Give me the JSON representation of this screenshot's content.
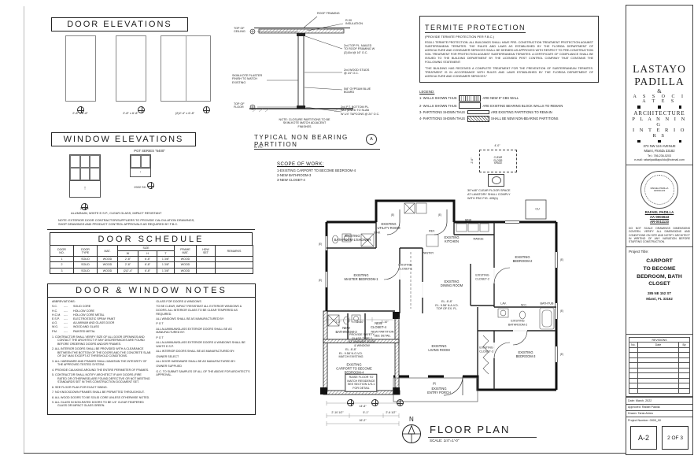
{
  "door_elevations": {
    "title": "DOOR ELEVATIONS",
    "doors": [
      {
        "size": "2'-8\" x 6'-8\""
      },
      {
        "size": "2'-8\" x 6'-8\""
      },
      {
        "size": "(2)2'-4\" x 6'-8\""
      }
    ]
  },
  "window_elevations": {
    "title": "WINDOW ELEVATIONS",
    "series": "PGT SERIES \"6400\"",
    "windows": [
      {
        "label": "24 SH"
      },
      {
        "label": "2022 SH"
      }
    ],
    "spec": "ALUMINUM, WHITE E.S.P., CLEAR GLASS, IMPACT RESISTANT",
    "note": "NOTE:   EXTERIOR DOOR CONTRACTOR/SUPPLIERS TO PROVIDE CALCULATION DRAWINGS,\nSHOP DRAWINGS AND PRODUCT CONTROL APPROVALS AS REQUIRED BY F.B.C."
  },
  "door_schedule": {
    "title": "DOOR SCHEDULE",
    "headers": {
      "no": "DOOR\nNO.",
      "type": "DOOR\nTYPE",
      "mat": "MAT.",
      "size": "SIZE",
      "w": "W",
      "h": "H",
      "t": "T",
      "frame": "FRAME\nMAT.",
      "hdw": "HDW\nSET",
      "remarks": "REMARKS"
    },
    "rows": [
      {
        "no": "1",
        "type": "SOLID",
        "mat": "WOOD",
        "w": "2'-8\"",
        "h": "6'-8\"",
        "t": "1 3/8\"",
        "frame": "WOOD",
        "hdw": "",
        "remarks": ""
      },
      {
        "no": "2",
        "type": "SOLID",
        "mat": "WOOD",
        "w": "2'-8\"",
        "h": "6'-8\"",
        "t": "1 3/8\"",
        "frame": "WOOD",
        "hdw": "",
        "remarks": ""
      },
      {
        "no": "3",
        "type": "SOLID",
        "mat": "WOOD",
        "w": "(2)2'-4\"",
        "h": "6'-8\"",
        "t": "1 3/8\"",
        "frame": "WOOD",
        "hdw": "",
        "remarks": ""
      }
    ]
  },
  "notes": {
    "title": "DOOR & WINDOW NOTES",
    "abbr_title": "ABBREVIATIONS:",
    "sep": "----",
    "abbreviations": [
      {
        "code": "S.C.",
        "desc": "SOLID CORE"
      },
      {
        "code": "H.C.",
        "desc": "HOLLOW CORE"
      },
      {
        "code": "H.C.M.",
        "desc": "HOLLOW CORE METAL"
      },
      {
        "code": "E.S.P.",
        "desc": "ELECTROSTATIC SPRAY PAINT"
      },
      {
        "code": "A.G.",
        "desc": "ALUMINUM AND GLASS DOOR"
      },
      {
        "code": "W.G.",
        "desc": "WOOD AND GLASS"
      },
      {
        "code": "P.M.",
        "desc": "PAINTED METAL"
      }
    ],
    "items": [
      "1.  CONTRACTOR SHALL VERIFY SIZE OF ALL DOOR OPENINGS AND CONTACT THE ARCHITECT IF ANY DISCREPANCIES ARE FOUND BEFORE ORDERING DOORS AND/OR FRAMES.",
      "2.  ALL INTERIOR DOORS SHALL BE PROVIDED WITH A CLEARANCE BETWEEN THE BOTTOM OF THE DOORS AND THE CONCRETE SLAB OF 3/4\" MAX EXCEPT AT THRESHOLD CONDITIONS.",
      "3.  ALL HARDWARE AND FRAMES SHALL MAINTAIN THE INTEGRITY OF THE APPROVED TESTED SYSTEM.",
      "4.  PROVIDE CAULKING AROUND THE ENTIRE PERIMETER OF FRAMES.",
      "5.  CONTRACTOR SHALL NOTIFY ARCHITECT IF ANY DOORS (FIRE RATED OR OTHERWISE) ARE FOUND DEFECTIVE OR NOT MEETING STANDARDS SET IN THIS CONSTRUCTION DOCUMENT SET.",
      "6.  SEE FLOOR PLAN FOR EXACT SWING.",
      "7.  NO KNOCKDOWN FRAMES SHALL BE PERMITTED THROUGHOUT.",
      "8.  ALL WOOD DOORS TO BE SOLID CORE UNLESS OTHERWISE NOTED.",
      "9.  ALL GLASS IN NON-RATED DOORS TO BE 1/4\" CLEAR TEMPERED GLASS OR IMPACT GLASS GREEN."
    ],
    "right_col": [
      "GLASS FOR DOORS & WINDOWS",
      "TO BE CLEAR, IMPACT RESISTANT ALL EXTERIOR WINDOWS & DOORS.  ALL INTERIOR GLASS TO BE CLEAR TEMPERED AS REQUIRED.",
      "ALL WINDOWS SHALL BE AS MANUFACTURED BY:",
      "P G T",
      "ALL ALUMINUM/GLASS EXTERIOR DOORS SHALL BE AS MANUFACTURED BY:",
      "P G T",
      "ALL ALUMINUM/GLASS EXTERIOR DOORS & WINDOWS SHALL BE WHITE E.S.P.",
      "ALL INTERIOR DOORS SHALL BE AS MANUFACTURED BY:",
      "OWNER SELECT",
      "ALL DOOR HARDWARE SHALL BE AS MANUFACTURED BY:",
      "OWNER SUPPLIED",
      "G.C. TO SUBMIT SAMPLES OF ALL OF THE ABOVE FOR ARCHITECT'S APPROVAL."
    ]
  },
  "partition_detail": {
    "callouts": {
      "roof": "ROOF FRAMING",
      "insulation": "R-30\nINSULATION",
      "top_ceiling": "TOP OF\nCEILING",
      "top_plate": "2x4 TOP PL. NAILED\nTO ROOF FRAMING W\n(2)16d @ 16\" O.C.",
      "studs": "2x4 WOOD STUDS\n@ 24\" O.C.",
      "gypsum": "5/8\" GYPSUM BLUE BOARD",
      "plaster": "SKIM-KOTE PLASTER\nFINISH TO MATCH\nEXISTING",
      "bottom_plate": "2x4 P.T. BOTTOM PL.\nFASTENED TO SLAB\nW 1/4\" TAPCONS @ 24\" O.C.",
      "top_floor": "TOP OF\nFLOOR"
    },
    "note": "NOTE:  CLOSURE PARTITIONS TO BE\nSKIM-KOTE MATCH ADJACENT\nFINISHES",
    "title": "TYPICAL NON BEARING PARTITION",
    "scale": "N.T.S.",
    "tag": "A"
  },
  "scope": {
    "title": "SCOPE OF WORK:",
    "items": [
      "1-EXISTING CARPORT TO BECOME BEDROOM-4",
      "2-NEW BATHROOM-3",
      "3-NEW CLOSET-4"
    ]
  },
  "termite": {
    "title": "TERMITE PROTECTION",
    "subtitle": "(PROVIDE TERMITE PROTECTION PER F.B.C.)",
    "body1": "R318.1 TERMITE PROTECTION. ALL BUILDINGS SHALL HAVE PRE- CONSTRUCTION TREATMENT PROTECTION AGAINST SUBTERRANEAN TERMITES. THE RULES AND LAWS AS ESTABLISHED BY THE FLORIDA DEPARTMENT OF AGRICULTURE AND CONSUMER SERVICES SHALL BE DEEMED AS APPROVED WITH RESPECT TO PRE-CONSTRUCTION SOIL TREATMENT FOR PROTECTION AGAINST SUBTERRANEAN TERMITES. A CERTIFICATE OF COMPLIANCE SHALL BE ISSUED TO THE BUILDING DEPARTMENT BY THE LICENSED PEST CONTROL COMPANY THAT CONTAINS THE FOLLOWING STATEMENT:",
    "body2": "\"THE BUILDING HAS RECEIVED A COMPLETE TREATMENT FOR THE PREVENTION OF SUBTERRANEAN TERMITES. TREATMENT IS IN ACCORDANCE WITH RULES AND LAWS ESTABLISHED BY THE FLORIDA DEPARTMENT OF AGRICULTURE AND CONSUMER SERVICES.\""
  },
  "legend": {
    "title": "LEGEND:",
    "items": [
      {
        "prefix": "1- WALLS SHOWN THUS",
        "suffix": "ARE NEW 8\" CBS WALL"
      },
      {
        "prefix": "2- WALLS SHOWN THUS",
        "suffix": "ARE EXISTING BEARING BLOCK WALLS TO REMAIN"
      },
      {
        "prefix": "3- PARTITIONS SHOWN THUS",
        "suffix": "ARE EXISTING PARTITIONS TO REMAIN"
      },
      {
        "prefix": "4- PARTITIONS SHOWN THUS",
        "suffix": "SHALL BE NEW NON-BEARING PARTITIONS"
      }
    ]
  },
  "clear_floor": {
    "dim_w": "4'-0\"",
    "dim_h": "2'-6\"",
    "label": "CLEAR\nFLOOR\nSPACE",
    "caption": "30\"x48\" CLEAR FLOOR SPACE\nAT LAVATORY SHALL COMPLY\nWITH FBC FIG. 405(b)"
  },
  "floor_plan": {
    "title": "FLOOR PLAN",
    "scale": "SCALE: 1/4\"=1'-0\"",
    "north": "N",
    "existing_tag": "(E)",
    "rooms": {
      "bathroom1": "EXISTING\nBATHROOM-1/SHOWER",
      "utility": "EXISTING\nUTILITY ROOM",
      "kitchen": "EXISTING\nKITCHEN",
      "master": "EXISTING\nMASTER BEDROOM-1",
      "closet1": "EXISTING\nCLOSET-1",
      "dining": "EXISTING\nDINING ROOM",
      "bedroom2": "EXISTING\nBEDROOM-2",
      "closet2": "EXISTING\nCLOSET-2",
      "bathroom2": "EXISTING\nBATHROOM-2",
      "closet3": "EXISTING\nCLOSET-3",
      "bedroom3": "EXISTING\nBEDROOM-3",
      "living": "EXISTING\nLIVING ROOM",
      "porch": "EXISTING\nENTRY PORCH",
      "bathroom3": "NEW\nBATHROOM-3",
      "closet4": "NEW\nCLOSET-4",
      "carport": "EXISTING\nCARPORT TO BECOME\nBEDROOM-4"
    },
    "equip": {
      "cu": "CU",
      "range": "RANGE",
      "ref": "REF.",
      "sink": "SINK",
      "pantry": "PANTRY",
      "lav": "LAV.",
      "wc": "W.C.",
      "bathtub": "BATHTUB"
    },
    "plan_notes": {
      "safety": "PROVIDE SAFETY\nGLASS TYPE 2\nAT SHOWER DOOR\n& WINDOW",
      "partition": "NEW PARTITION\nSEE DETAIL",
      "raise": "RAISE FLOOR TO\nMATCH RESIDENCE\nSEE SECTION 1/S-1\nFOR DETAIL",
      "el_main": "EL. 8'-8\"\nEL. 9.58' N.A.V.D.\nTOP OF EX. FL.",
      "el_carport": "EL. 8'-8\"\nEL. 9.58' N.G.V.D.\nMATCH EXISTING"
    },
    "dims": {
      "top1": "3'-2\"",
      "top2": "2'-10\"",
      "top3": "2'-10\"",
      "bottom1": "2'-10 1/2\"",
      "bottom2": "5'-1\"",
      "bottom3": "2'-6 1/2\"",
      "total": "16'-2\"",
      "inner": "14'-8\""
    }
  },
  "titleblock": {
    "firm_line1": "LASTAYO",
    "firm_line2": "PADILLA",
    "amp": "&",
    "assoc": "A S S O C I A T E S",
    "disc1": "ARCHITECTURE",
    "disc2": "P L A N N I N G",
    "disc3": "I N T E R I O R S",
    "address1": "373 NW 124 AVENUE",
    "address2": "Miami, Florida 33182",
    "tel": "Tel.:  786-236-5203",
    "email": "e-mail:  rafaelpadillapulido@hotmail.com",
    "seal_name": "RAFAEL PADILLA",
    "seal_no": "AR0011133",
    "lic1": "RAFAEL PADILLA",
    "lic2": "AA-0003643",
    "lic3": "AR-0011133",
    "disclaimer": "DO NOT SCALE DRAWINGS DIMENSIONS GOVERN. VERIFY ALL DIMENSIONS AND CONDITIONS ON SITE AND NOTIFY ARCHITECT IN WRITING OF ANY VARIATION BEFORE STARTING CONSTRUCTION.",
    "project_label": "Project Title:",
    "project_title": "CARPORT\nTO BECOME\nBEDROOM, BATH\nCLOSET",
    "project_addr": "285 NE 152 ST\nMiami, FL 33162",
    "revisions": {
      "title": "REVISIONS",
      "no": "No.",
      "date": "Date",
      "by": "By"
    },
    "date": "Date:   March, 2022",
    "approved": "Approved: Rafael Padilla",
    "drawn": "Drawn:   Tania Abreu",
    "project_number": "Project Number:  0000_00",
    "sheet_no": "A-2",
    "sheet_of": "2 OF 3"
  }
}
